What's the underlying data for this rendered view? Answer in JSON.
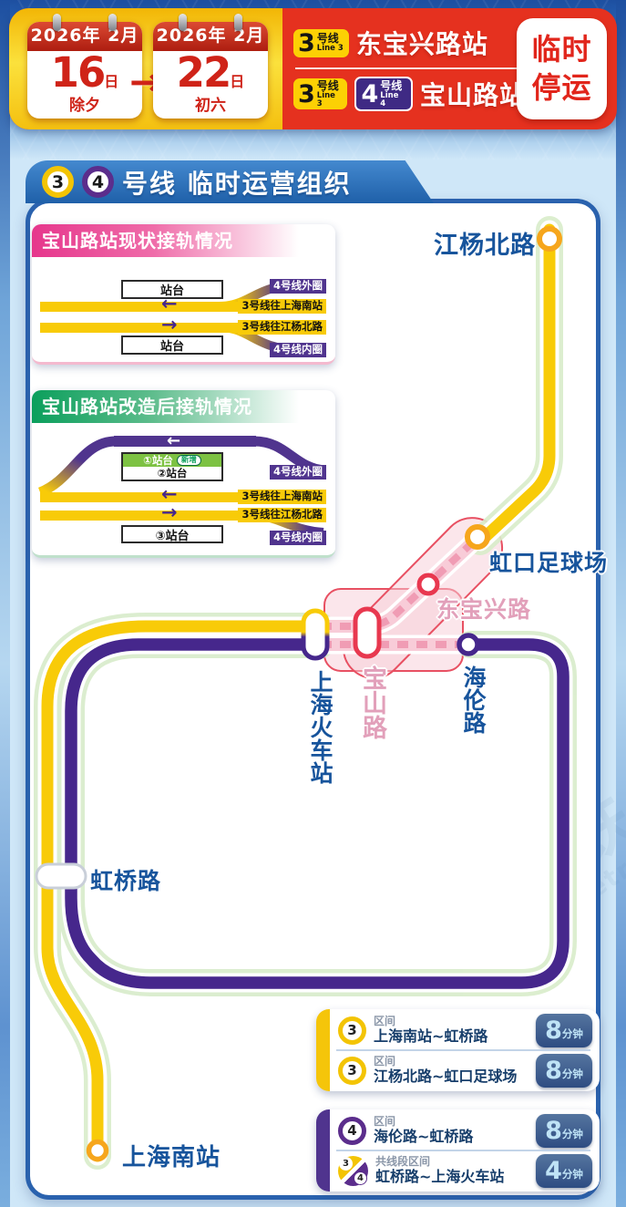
{
  "header": {
    "calendar_from": {
      "year": "2026年",
      "month": "2月",
      "day": "16",
      "day_unit": "日",
      "note": "除夕"
    },
    "arrow": "→",
    "calendar_to": {
      "year": "2026年",
      "month": "2月",
      "day": "22",
      "day_unit": "日",
      "note": "初六"
    },
    "row1": {
      "badge3": {
        "num": "3",
        "name": "号线",
        "en": "Line 3"
      },
      "station": "东宝兴路站"
    },
    "row2": {
      "badge3": {
        "num": "3",
        "name": "号线",
        "en": "Line 3"
      },
      "badge4": {
        "num": "4",
        "name": "号线",
        "en": "Line 4"
      },
      "station": "宝山路站"
    },
    "status_line1": "临时",
    "status_line2": "停运"
  },
  "panel": {
    "line_a": "3",
    "line_b": "4",
    "title": "号线 临时运营组织"
  },
  "insets": {
    "arrow_left": "←",
    "arrow_right": "→",
    "current": {
      "title": "宝山路站现状接轨情况",
      "platform_top": "站台",
      "platform_bottom": "站台",
      "label_outer": "4号线外圈",
      "label_south": "3号线往上海南站",
      "label_north": "3号线往江杨北路",
      "label_inner": "4号线内圈"
    },
    "future": {
      "title": "宝山路站改造后接轨情况",
      "platform1": "①站台",
      "platform1_badge": "新增",
      "platform2": "②站台",
      "platform3": "③站台",
      "label_outer": "4号线外圈",
      "label_south": "3号线往上海南站",
      "label_north": "3号线往江杨北路",
      "label_inner": "4号线内圈"
    }
  },
  "map": {
    "stations": {
      "jiangyangbeilu": "江杨北路",
      "hongkou_stadium": "虹口足球场",
      "dongbaoxing": "东宝兴路",
      "baoshan": "宝山路",
      "hailun": "海伦路",
      "railway": "上海火车站",
      "hongqiao": "虹桥路",
      "south_railway": "上海南站"
    },
    "colors": {
      "line3_yellow": "#f8cb08",
      "line4_purple": "#46278c",
      "suspended_pink": "#f09cb4",
      "suspended_border": "#e85062",
      "interchange_orange": "#f6a61c"
    }
  },
  "legend": {
    "cards": [
      {
        "line": "3",
        "rows": [
          {
            "type": "区间",
            "range": "上海南站~虹桥路",
            "time": "8",
            "unit": "分钟"
          },
          {
            "type": "区间",
            "range": "江杨北路~虹口足球场",
            "time": "8",
            "unit": "分钟"
          }
        ]
      },
      {
        "line": "4",
        "line_b": "3",
        "rows": [
          {
            "type": "区间",
            "range": "海伦路~虹桥路",
            "time": "8",
            "unit": "分钟"
          },
          {
            "type": "共线段区间",
            "range": "虹桥路~上海火车站",
            "time": "4",
            "unit": "分钟"
          }
        ]
      }
    ]
  },
  "watermark": {
    "cn": "上海地铁",
    "en": "Shanghai Metro"
  }
}
